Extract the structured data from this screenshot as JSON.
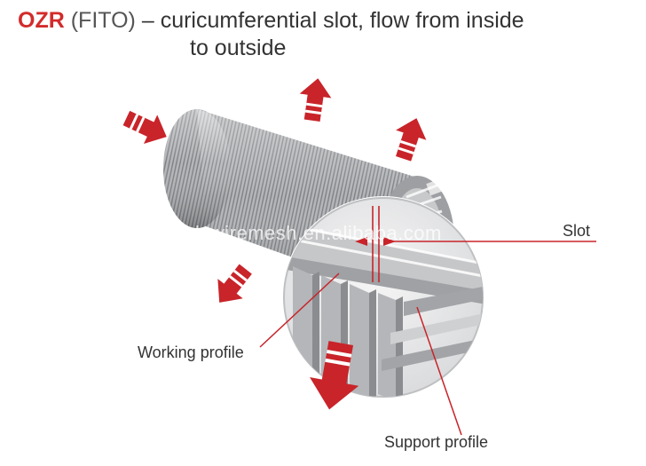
{
  "title": {
    "brand": "OZR",
    "paren": "(FITO)",
    "dash": "–",
    "line1_text": "curicumferential slot, flow from inside",
    "line2_text": "to outside"
  },
  "labels": {
    "slot": "Slot",
    "working_profile": "Working profile",
    "support_profile": "Support profile"
  },
  "watermark": "lywiremesh.en.alibaba.com",
  "colors": {
    "accent_red": "#d32b2b",
    "arrow_red": "#c8242a",
    "cylinder_gray": "#a7a9ac",
    "text": "#333333"
  }
}
